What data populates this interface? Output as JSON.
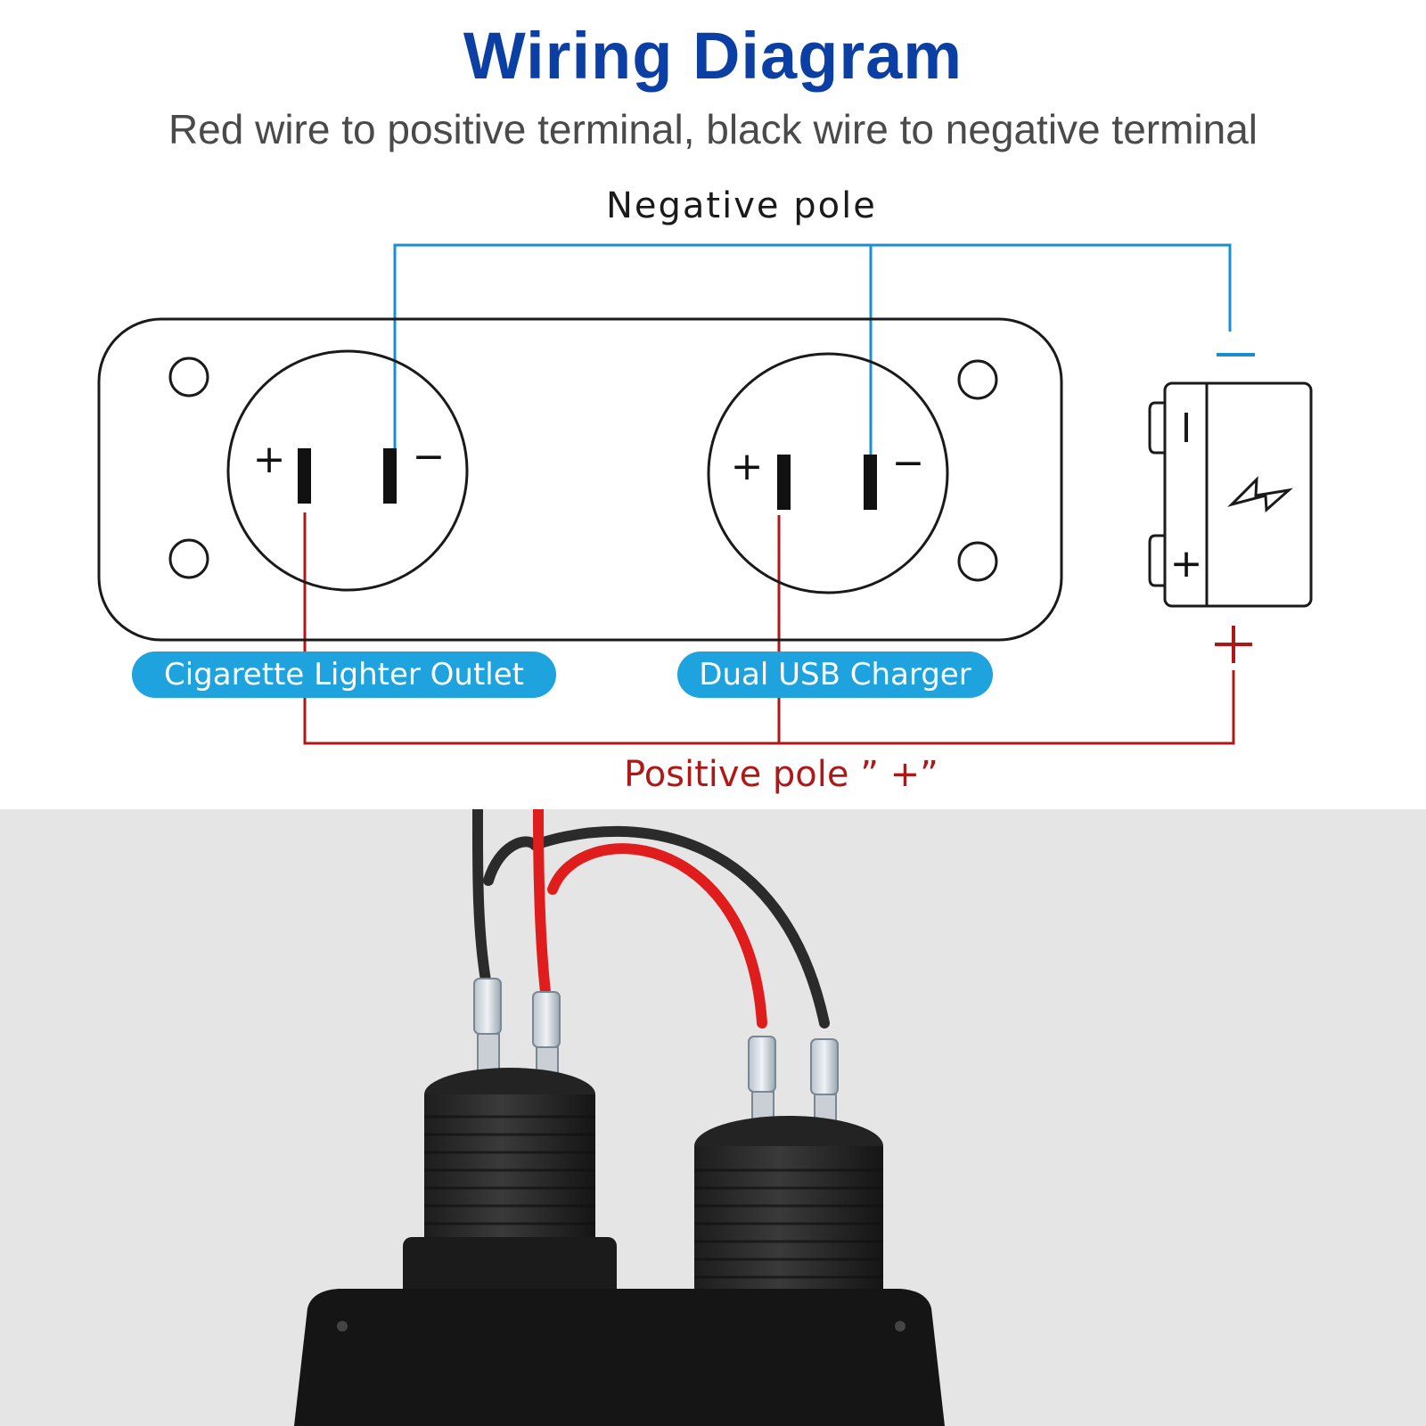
{
  "header": {
    "title": "Wiring Diagram",
    "subtitle": "Red wire to positive terminal, black wire to negative terminal"
  },
  "diagram": {
    "negative_pole_label": "Negative pole",
    "positive_pole_label": "Positive pole ”  +”",
    "outlets": [
      {
        "name": "Cigarette Lighter Outlet",
        "plus": "+",
        "minus": "−"
      },
      {
        "name": "Dual USB Charger",
        "plus": "+",
        "minus": "−"
      }
    ],
    "battery": {
      "minus": "−",
      "plus": "+",
      "icon": "lightning-bolt-icon"
    },
    "colors": {
      "negative_wire": "#1a8fd0",
      "positive_wire": "#b01818",
      "label_pill": "#1ea3de",
      "title": "#0b3fa3"
    }
  },
  "photo": {
    "description_icon": "product-photo"
  }
}
